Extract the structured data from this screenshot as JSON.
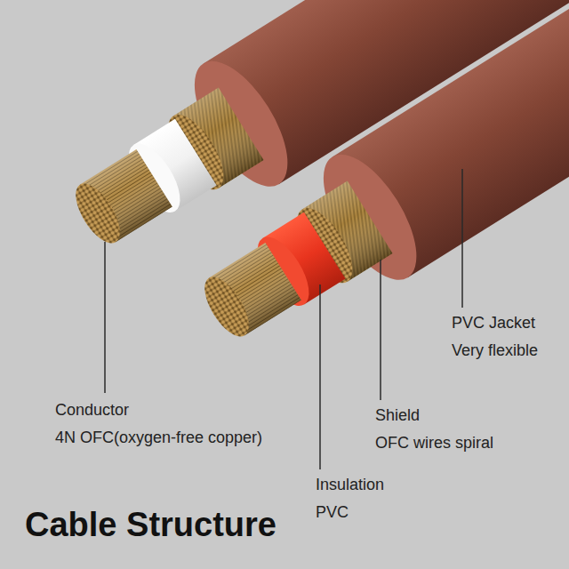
{
  "diagram": {
    "title": "Cable Structure",
    "labels": [
      "Conductor",
      "4N OFC(oxygen-free copper)",
      "Insulation",
      "PVC",
      "Shield",
      "OFC wires spiral",
      "PVC Jacket",
      "Very flexible"
    ]
  }
}
